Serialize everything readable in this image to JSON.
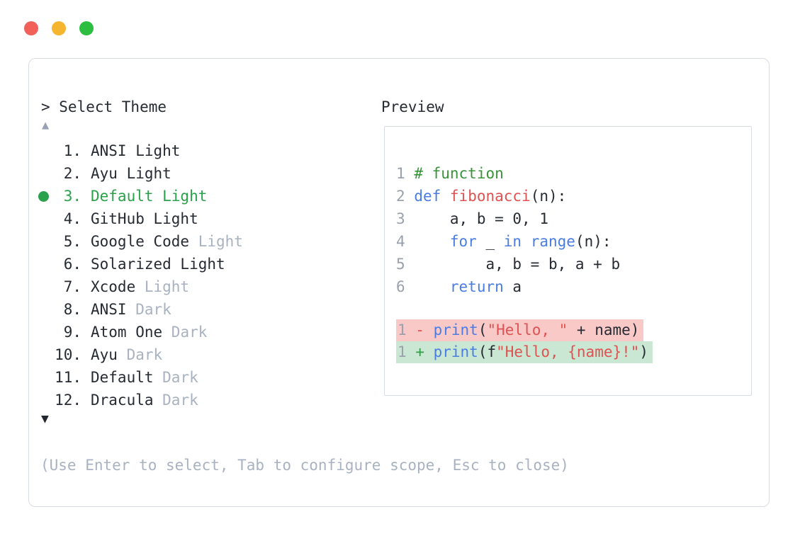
{
  "window": {
    "traffic_lights": [
      {
        "name": "close",
        "color": "#f2605a"
      },
      {
        "name": "minimize",
        "color": "#f5b52e"
      },
      {
        "name": "maximize",
        "color": "#2dbe41"
      }
    ]
  },
  "colors": {
    "ink": "#262b33",
    "muted": "#a9b2c1",
    "select": "#2aa14b",
    "border": "#d8dce5",
    "kw": "#4a7de4",
    "fn": "#e05252",
    "str": "#e05252",
    "cmt": "#389438",
    "lineNum": "#9aa1ac",
    "removedBg": "#f9c9c8",
    "addedBg": "#c9e7d2",
    "addSign": "#2f9e47",
    "arrowUp": "#98a2b4",
    "arrowDown": "#23272f"
  },
  "theme_picker": {
    "prompt": "> Select Theme",
    "scroll_up_indicator": "▲",
    "scroll_down_indicator": "▼",
    "help_text": "(Use Enter to select, Tab to configure scope, Esc to close)",
    "items": [
      {
        "number": "1.",
        "name_primary": "ANSI Light",
        "name_muted": "",
        "selected": false
      },
      {
        "number": "2.",
        "name_primary": "Ayu Light",
        "name_muted": "",
        "selected": false
      },
      {
        "number": "3.",
        "name_primary": "Default Light",
        "name_muted": "",
        "selected": true
      },
      {
        "number": "4.",
        "name_primary": "GitHub Light",
        "name_muted": "",
        "selected": false
      },
      {
        "number": "5.",
        "name_primary": "Google Code",
        "name_muted": "Light",
        "selected": false
      },
      {
        "number": "6.",
        "name_primary": "Solarized Light",
        "name_muted": "",
        "selected": false
      },
      {
        "number": "7.",
        "name_primary": "Xcode",
        "name_muted": "Light",
        "selected": false
      },
      {
        "number": "8.",
        "name_primary": "ANSI",
        "name_muted": "Dark",
        "selected": false
      },
      {
        "number": "9.",
        "name_primary": "Atom One",
        "name_muted": "Dark",
        "selected": false
      },
      {
        "number": "10.",
        "name_primary": "Ayu",
        "name_muted": "Dark",
        "selected": false
      },
      {
        "number": "11.",
        "name_primary": "Default",
        "name_muted": "Dark",
        "selected": false
      },
      {
        "number": "12.",
        "name_primary": "Dracula",
        "name_muted": "Dark",
        "selected": false
      }
    ]
  },
  "preview": {
    "label": "Preview",
    "code_lines": [
      {
        "num": "1",
        "tokens": [
          {
            "text": "# function",
            "type": "comment"
          }
        ]
      },
      {
        "num": "2",
        "tokens": [
          {
            "text": "def",
            "type": "keyword"
          },
          {
            "text": " "
          },
          {
            "text": "fibonacci",
            "type": "function"
          },
          {
            "text": "(n):"
          }
        ]
      },
      {
        "num": "3",
        "tokens": [
          {
            "text": "    a, b = 0, 1"
          }
        ]
      },
      {
        "num": "4",
        "tokens": [
          {
            "text": "    "
          },
          {
            "text": "for",
            "type": "keyword"
          },
          {
            "text": " _ "
          },
          {
            "text": "in",
            "type": "keyword"
          },
          {
            "text": " "
          },
          {
            "text": "range",
            "type": "keyword"
          },
          {
            "text": "(n):"
          }
        ]
      },
      {
        "num": "5",
        "tokens": [
          {
            "text": "        a, b = b, a + b"
          }
        ]
      },
      {
        "num": "6",
        "tokens": [
          {
            "text": "    "
          },
          {
            "text": "return",
            "type": "keyword"
          },
          {
            "text": " a"
          }
        ]
      }
    ],
    "diff_lines": [
      {
        "num": "1",
        "kind": "removed",
        "tokens": [
          {
            "text": "- ",
            "type": "removed-sign"
          },
          {
            "text": "print",
            "type": "keyword"
          },
          {
            "text": "("
          },
          {
            "text": "\"Hello, \"",
            "type": "string"
          },
          {
            "text": " + name)"
          }
        ]
      },
      {
        "num": "1",
        "kind": "added",
        "tokens": [
          {
            "text": "+ ",
            "type": "added-sign"
          },
          {
            "text": "print",
            "type": "keyword"
          },
          {
            "text": "(f"
          },
          {
            "text": "\"Hello, {name}!\"",
            "type": "string"
          },
          {
            "text": ")"
          }
        ]
      }
    ]
  }
}
